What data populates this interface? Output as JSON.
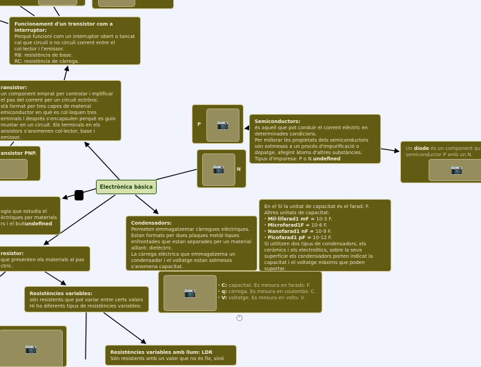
{
  "central": "Electrònica bàsica",
  "funcionament": {
    "title": "Funcionament d'un transistor com a interruptor:",
    "lines": [
      "Perquè funcioni com un interruptor obert o tancat cal que circuli o no circuli corrent entre el col·lector i l'emissor.",
      "RB: resistència de base.",
      "RC: resistència de càrrega."
    ]
  },
  "transistor": {
    "title": "ransistor:",
    "lines": [
      " un component emprat per controlar i mplificar el pas del corrent per un circuit ectrònic.",
      "stà format per tres capes de material emiconductor en què es col·loquen tres erminals i després s'encapsulen perquè es guin muntar en un circuit. Els terminals en els ansistors s'anomenen col·lector, base i emissor."
    ]
  },
  "pnp": {
    "title": "ansistor PNP."
  },
  "electronica": {
    "lines": [
      "ogia que estudia el",
      "èctriques per materials",
      "rs i el buit"
    ],
    "undefined": "undefined"
  },
  "resistor": {
    "title": " resistor:",
    "lines": [
      "que presenten els materials al pas",
      "ctric."
    ]
  },
  "variables": {
    "title": "Resistències variables:",
    "lines": [
      "són resistents que pot variar entre certs valors",
      "Hi ha diferents tipus de resistències variables:"
    ]
  },
  "ldr": {
    "title": "Resistències variables amb llum: LDR",
    "lines": [
      "Són resistents amb un valor que no és fix, sinó"
    ]
  },
  "p_label": "P",
  "n_label": "N",
  "semiconductors": {
    "title": "Semiconductors:",
    "lines": [
      "és aquell que pot conduir el corrent elèctric en determinades condicions.",
      "Per millorar les propietats dels semiconductors són sotmesos a un procés d'impurificació o dopatge, afegint àtoms d'altres substàncies.",
      "Tipus d'impuresa: P o N."
    ],
    "undefined": "undefined"
  },
  "diode": {
    "pre": "Un ",
    "bold": "díode",
    "post": " és un component qu semiconductor P amb un N."
  },
  "condensadors": {
    "title": "Condensadors:",
    "lines": [
      "Permeten emmagatzemar càrregues elèctriques.",
      "Estan formats per dues plaques metàl·liques enfrontades que estan separades per un material aïllant: dielèctric.",
      "La càrrega elèctrica que emmagatzema un condensador i el voltatge estan sotmesos s'anomena capacitat."
    ]
  },
  "si": {
    "lines": [
      "En el SI la unitat de capacitat és el farad: F.",
      "Altres unitats de capacitat:"
    ],
    "units": [
      {
        "name": "· Mil·lifarad1 mF =",
        "val": " 10-3 F."
      },
      {
        "name": "· Microfarad1F =",
        "val": " 10-6 F."
      },
      {
        "name": "· Nanofarad1 nF =",
        "val": " 10-9 F."
      },
      {
        "name": "· Picofarad1 pF =",
        "val": " 10-12 F."
      }
    ],
    "tail": "Si utilitzen dos tipus de condensadors, els ceràmics i els electrolítics, sobre la seva superfície els condensadors porten indicat la capacitat i el voltatge màxims que poden suportar."
  },
  "capacitat": {
    "items": [
      {
        "k": "· C:",
        "v": " capacitat. Es mesura en farads: F."
      },
      {
        "k": "· q:",
        "v": " càrrega. Es mesura en coulombs: C."
      },
      {
        "k": "· V:",
        "v": " voltatge. Es mesura en volts: V."
      }
    ]
  },
  "collapse_count": "3"
}
